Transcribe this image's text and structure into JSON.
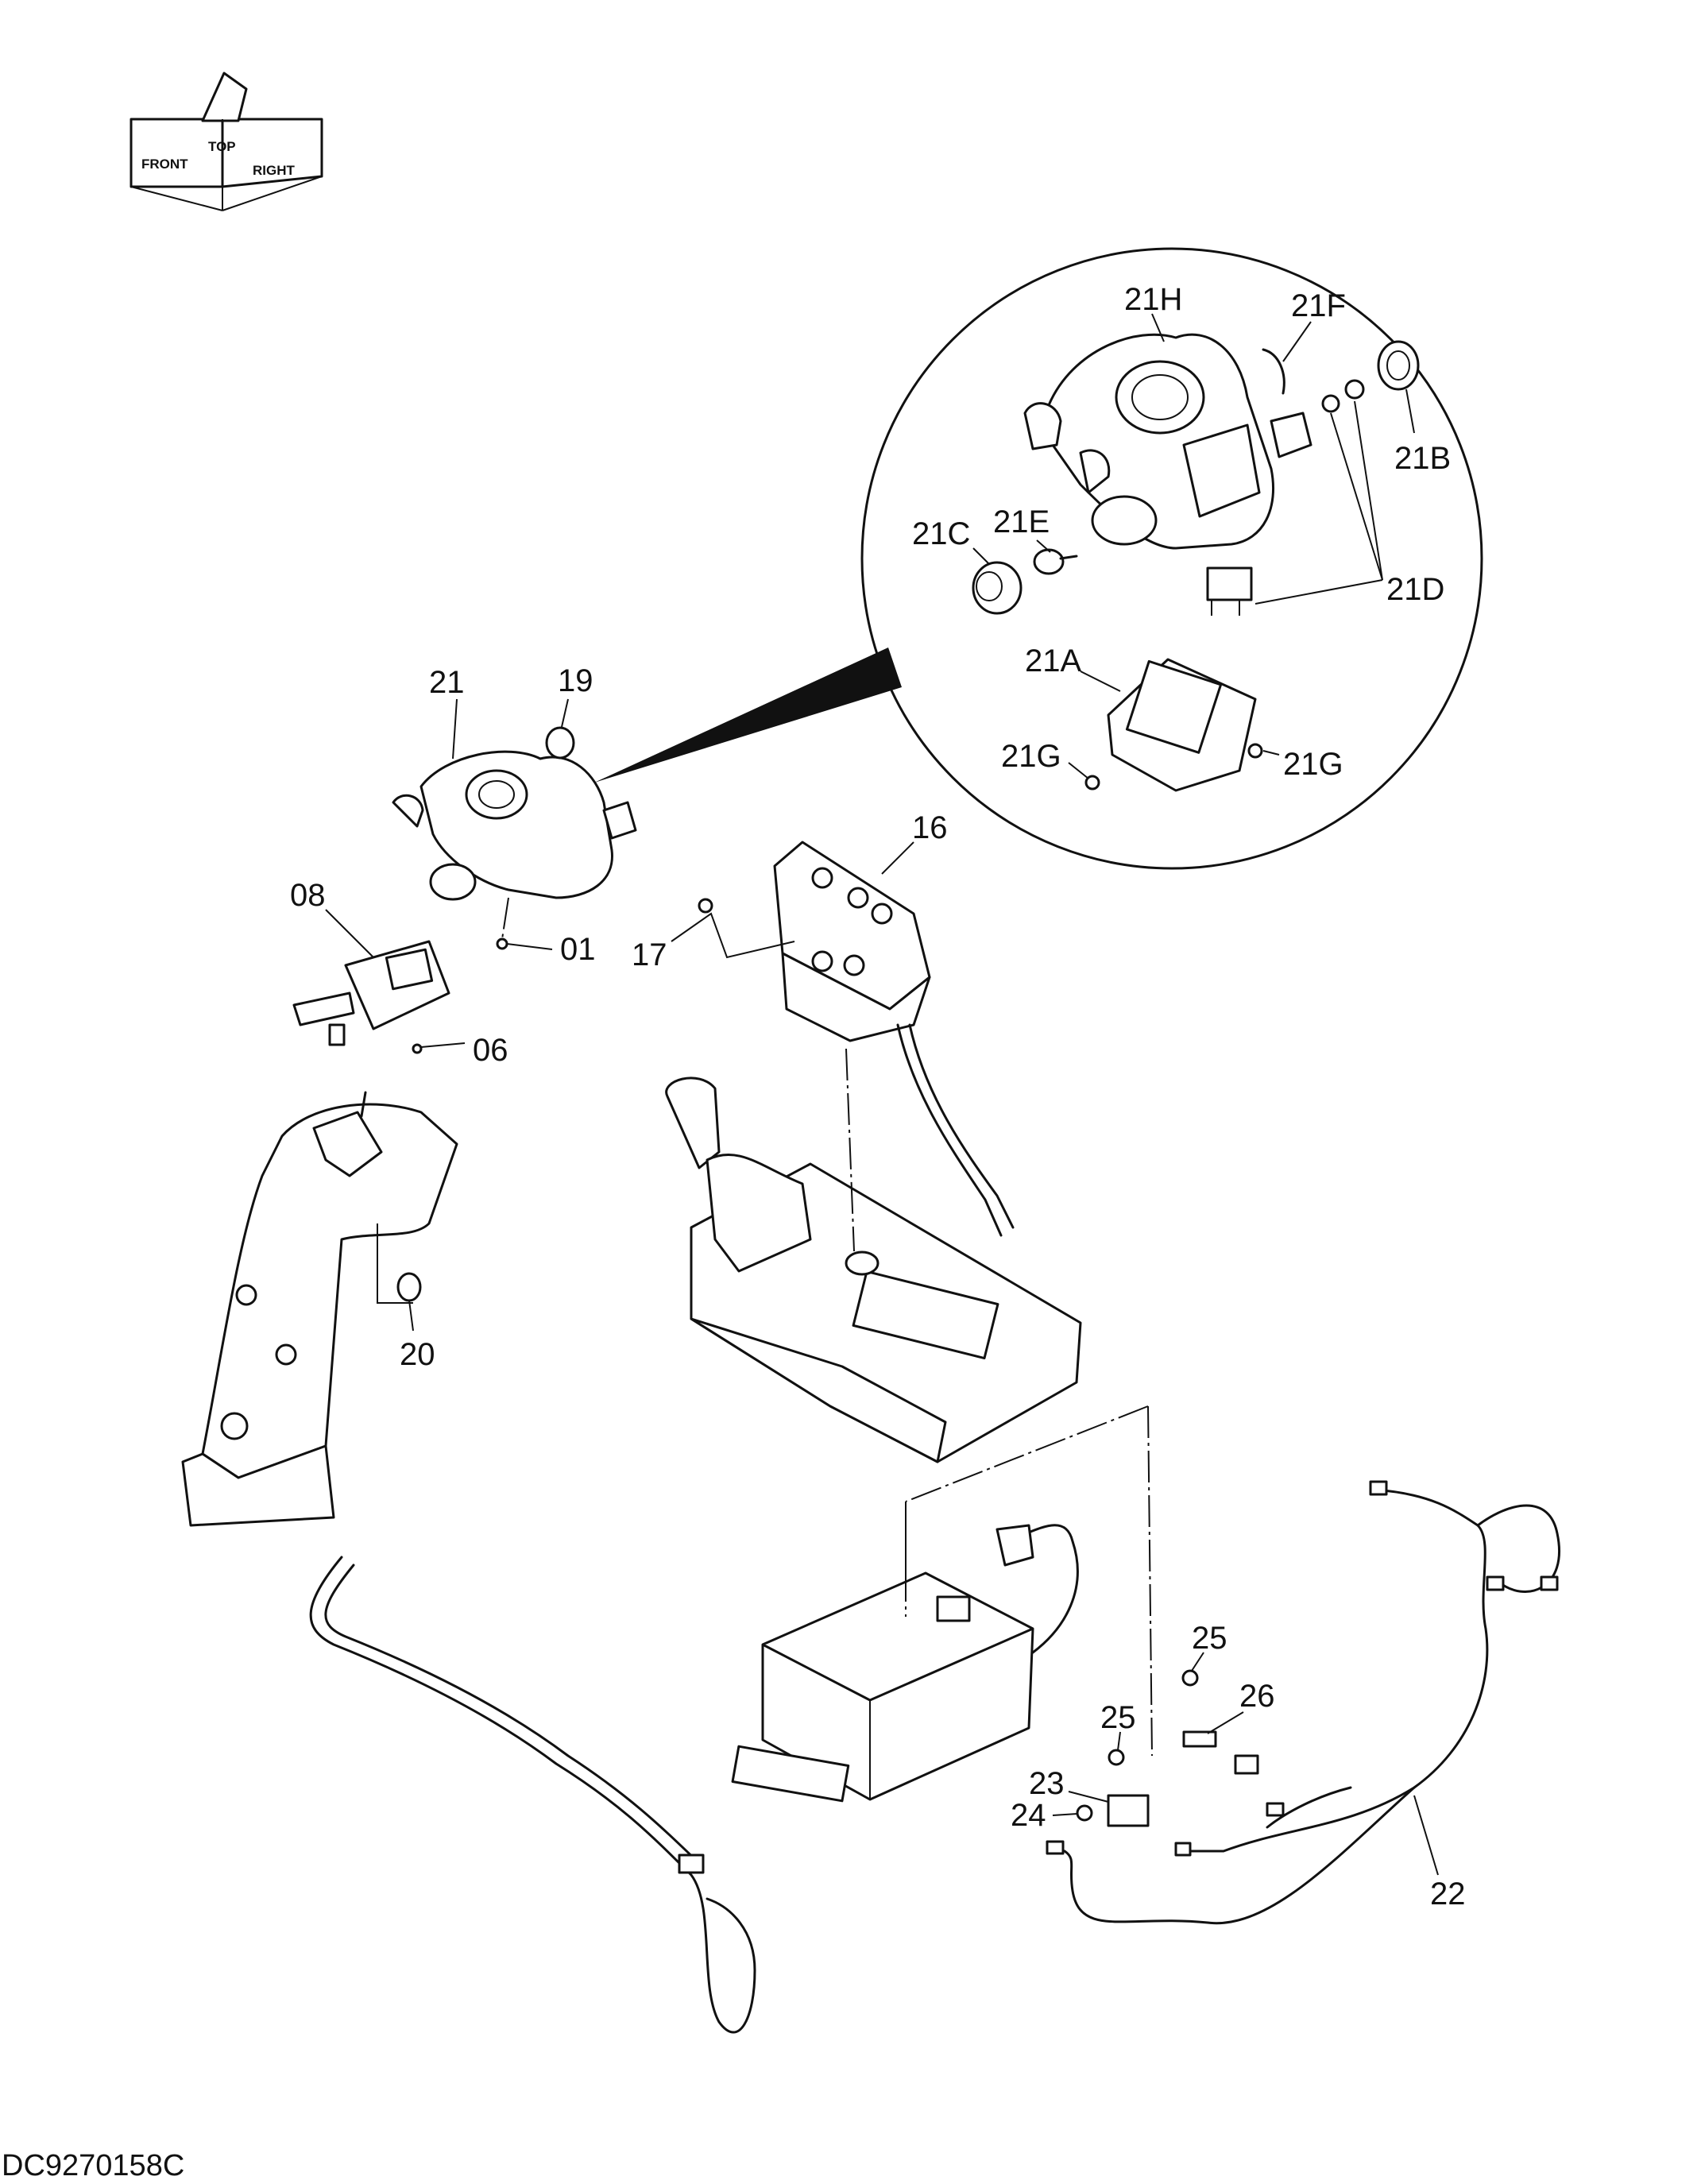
{
  "orientation": {
    "front": "FRONT",
    "top": "TOP",
    "right": "RIGHT"
  },
  "labels": {
    "p21H": "21H",
    "p21F": "21F",
    "p21B": "21B",
    "p21E": "21E",
    "p21C": "21C",
    "p21D": "21D",
    "p21A": "21A",
    "p21G_left": "21G",
    "p21G_right": "21G",
    "p21": "21",
    "p19": "19",
    "p16": "16",
    "p08": "08",
    "p01": "01",
    "p17": "17",
    "p06": "06",
    "p20": "20",
    "p25_upper": "25",
    "p26": "26",
    "p25_lower": "25",
    "p23": "23",
    "p24": "24",
    "p22": "22"
  },
  "drawing_code": "DC9270158C"
}
